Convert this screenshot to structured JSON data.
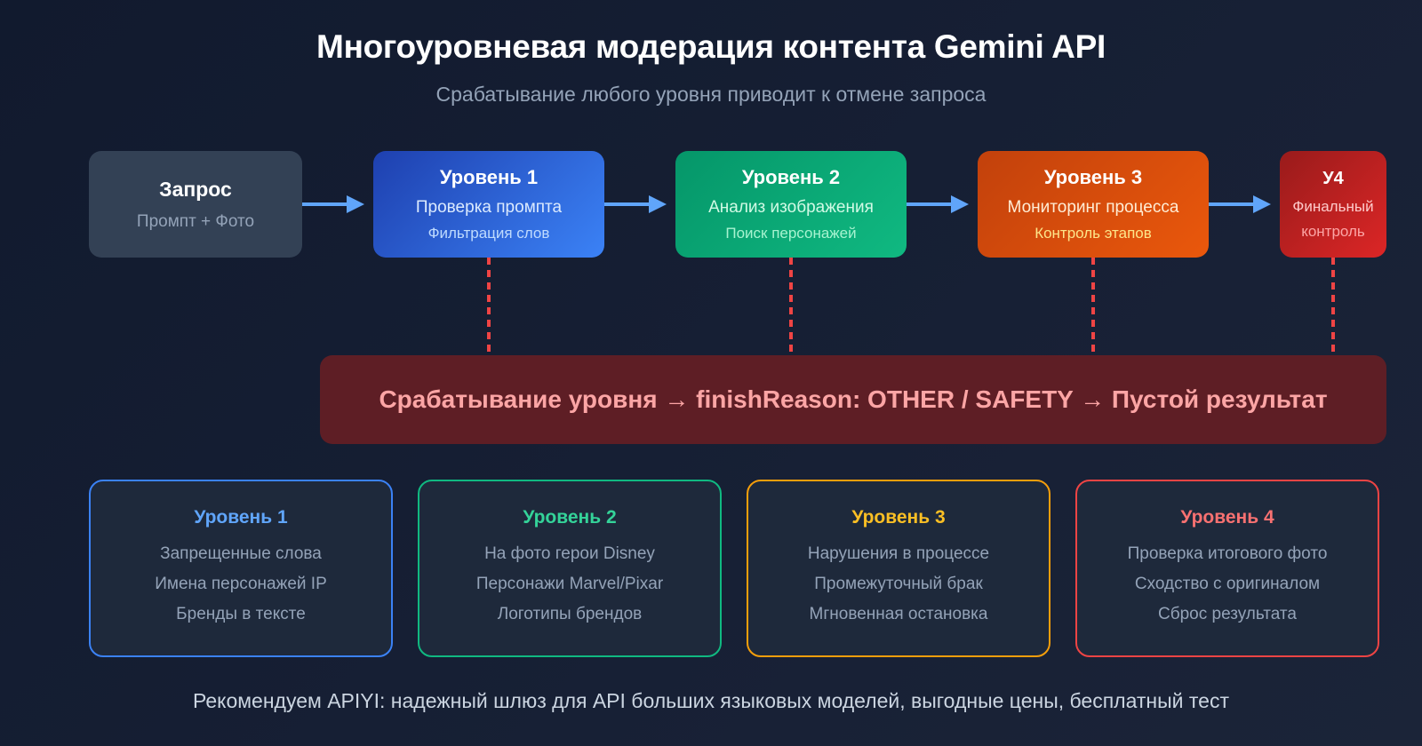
{
  "header": {
    "title": "Многоуровневая модерация контента Gemini API",
    "subtitle": "Срабатывание любого уровня приводит к отмене запроса"
  },
  "flow": {
    "request": {
      "title": "Запрос",
      "line1": "Промпт + Фото"
    },
    "levels": [
      {
        "title": "Уровень 1",
        "line1": "Проверка промпта",
        "line2": "Фильтрация слов",
        "color": "#3b82f6"
      },
      {
        "title": "Уровень 2",
        "line1": "Анализ изображения",
        "line2": "Поиск персонажей",
        "color": "#10b981"
      },
      {
        "title": "Уровень 3",
        "line1": "Мониторинг процесса",
        "line2": "Контроль этапов",
        "color": "#ea580c"
      },
      {
        "title": "У4",
        "line1": "Финальный",
        "line2": "контроль",
        "color": "#dc2626"
      }
    ],
    "arrow_color": "#60a5fa",
    "connector_color": "#ef4444"
  },
  "trigger": {
    "text": "Срабатывание уровня → finishReason: OTHER / SAFETY → Пустой результат",
    "bg_color": "#5e1e25",
    "text_color": "#fca5a5"
  },
  "cards": [
    {
      "title": "Уровень 1",
      "items": [
        "Запрещенные слова",
        "Имена персонажей IP",
        "Бренды в тексте"
      ],
      "color": "#3b82f6"
    },
    {
      "title": "Уровень 2",
      "items": [
        "На фото герои Disney",
        "Персонажи Marvel/Pixar",
        "Логотипы брендов"
      ],
      "color": "#10b981"
    },
    {
      "title": "Уровень 3",
      "items": [
        "Нарушения в процессе",
        "Промежуточный брак",
        "Мгновенная остановка"
      ],
      "color": "#f59e0b"
    },
    {
      "title": "Уровень 4",
      "items": [
        "Проверка итогового фото",
        "Сходство с оригиналом",
        "Сброс результата"
      ],
      "color": "#ef4444"
    }
  ],
  "footer": {
    "text": "Рекомендуем APIYI: надежный шлюз для API больших языковых моделей, выгодные цены, бесплатный тест"
  }
}
